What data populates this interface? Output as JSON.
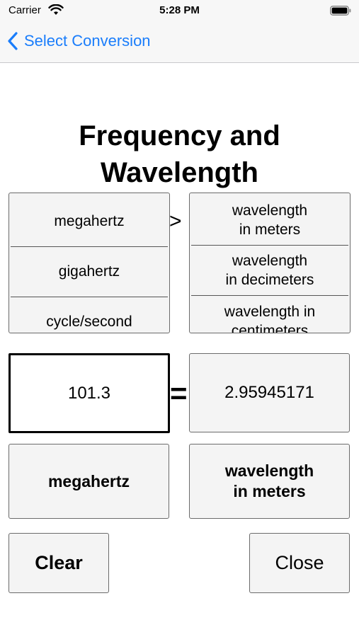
{
  "status_bar": {
    "carrier": "Carrier",
    "time": "5:28 PM"
  },
  "nav": {
    "back_label": "Select Conversion"
  },
  "page": {
    "title": "Frequency and Wavelength"
  },
  "from_picker": {
    "items": [
      "megahertz",
      "gigahertz",
      "cycle/second"
    ]
  },
  "to_picker": {
    "items": [
      "wavelength\nin meters",
      "wavelength\nin decimeters",
      "wavelength in\ncentimeters"
    ]
  },
  "arrow": ">",
  "equals": "=",
  "input": {
    "value": "101.3"
  },
  "result": {
    "value": "2.95945171"
  },
  "selected": {
    "from_unit": "megahertz",
    "to_unit": "wavelength\nin meters"
  },
  "buttons": {
    "clear": "Clear",
    "close": "Close"
  },
  "colors": {
    "accent": "#1a7dfb",
    "panel": "#f4f4f4",
    "border": "#6b6b6b"
  }
}
